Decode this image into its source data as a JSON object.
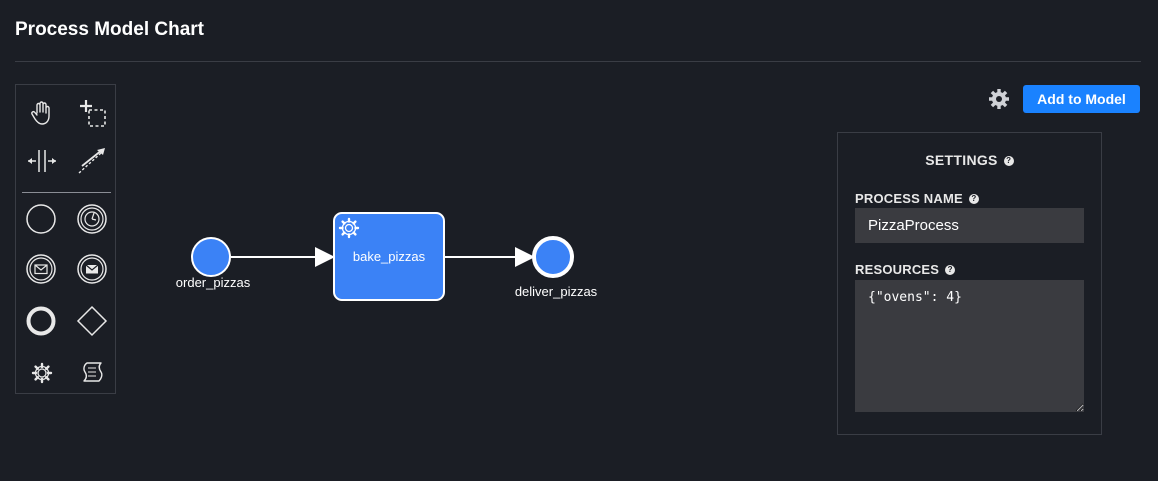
{
  "header": {
    "title": "Process Model Chart"
  },
  "palette": {
    "tools": [
      {
        "name": "hand-tool",
        "icon": "hand-icon"
      },
      {
        "name": "lasso-tool",
        "icon": "lasso-icon"
      },
      {
        "name": "space-tool",
        "icon": "space-icon"
      },
      {
        "name": "connect-tool",
        "icon": "connect-arrow-icon"
      },
      {
        "name": "start-event-tool",
        "icon": "circle-icon"
      },
      {
        "name": "timer-event-tool",
        "icon": "timer-icon"
      },
      {
        "name": "message-catch-event-tool",
        "icon": "message-catch-icon"
      },
      {
        "name": "message-throw-event-tool",
        "icon": "message-throw-icon"
      },
      {
        "name": "end-event-tool",
        "icon": "thick-circle-icon"
      },
      {
        "name": "gateway-tool",
        "icon": "diamond-icon"
      },
      {
        "name": "service-task-tool",
        "icon": "gear-icon"
      },
      {
        "name": "subprocess-tool",
        "icon": "scroll-icon"
      }
    ]
  },
  "diagram": {
    "start_event": {
      "label": "order_pizzas"
    },
    "task": {
      "label": "bake_pizzas"
    },
    "end_event": {
      "label": "deliver_pizzas"
    }
  },
  "toolbar": {
    "gear_icon": "gear-icon",
    "add_label": "Add to Model",
    "accent_color": "#1a82ff"
  },
  "settings": {
    "heading": "SETTINGS",
    "process_name_label": "PROCESS NAME",
    "process_name_value": "PizzaProcess",
    "resources_label": "RESOURCES",
    "resources_value": "{\"ovens\": 4}",
    "help_glyph": "?"
  },
  "colors": {
    "background": "#1b1e25",
    "node_fill": "#3b82f6",
    "input_bg": "#3a3b40"
  }
}
